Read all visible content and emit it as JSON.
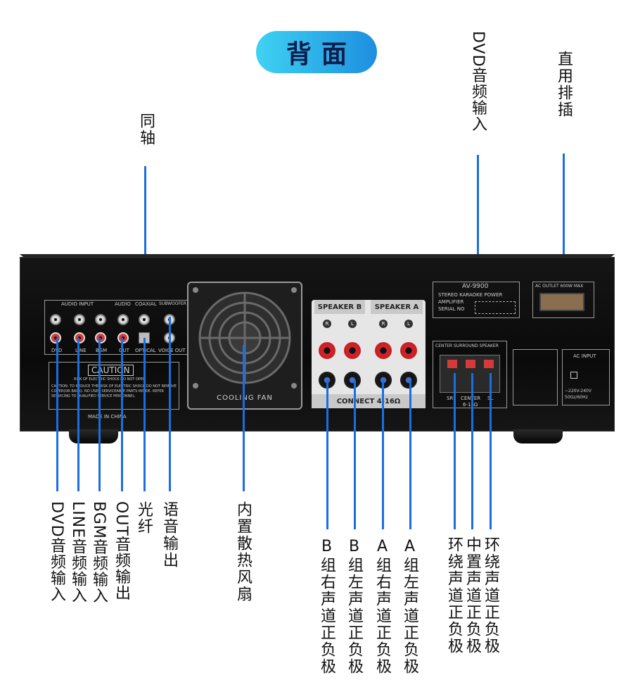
{
  "title": "背面",
  "labels": {
    "coaxial": "同轴",
    "dvd_audio_in_top": "DVD音频输入",
    "power_strip": "直用排插",
    "dvd_in": "DVD音频输入",
    "line_in": "LINE音频输入",
    "bgm_in": "BGM音频输入",
    "out": "OUT音频输出",
    "optical": "光纤",
    "voice_out": "语音输出",
    "fan": "内置散热风扇",
    "b_right": "B组右声道正负极",
    "b_left": "B组左声道正负极",
    "a_right": "A组右声道正负极",
    "a_left": "A组左声道正负极",
    "surround_1": "环绕声道正负极",
    "center": "中置声道正负极",
    "surround_2": "环绕声道正负极"
  },
  "panel": {
    "audio_input": "AUDIO INPUT",
    "audio": "AUDIO",
    "coaxial": "COAXIAL",
    "subwoofer": "SUBWOOFER",
    "dvd": "DVD",
    "line": "LINE",
    "bgm": "BGM",
    "out": "OUT",
    "optical": "OPTICAL",
    "voice_out": "VOICE OUT",
    "caution": "CAUTION",
    "risk": "RISK OF ELECTRIC SHOCK DO NOT OPEN",
    "caution_text": "CAUTION: TO REDUCE THE RISK OF ELECTRIC SHOCK DO NOT REMOVE COVER(OR BACK). NO USER SERVICEABLE PARTS INSIDE. REFER SERVICING TO QUALIFIED SERVICE PERSONNEL.",
    "made_in": "MADE IN CHINA",
    "cooling_fan": "COOLING FAN",
    "speaker_b": "SPEAKER B",
    "speaker_a": "SPEAKER A",
    "connect": "CONNECT 4-16Ω",
    "model": "AV-9900",
    "stereo": "STEREO KARAOKE POWER",
    "amplifier": "AMPLIFIER",
    "serial": "SERIAL NO",
    "ac_outlet": "AC OUTLET 600W MAX",
    "center_surround": "CENTER SURROUND SPEAKER",
    "sr": "SR",
    "center": "CENTER",
    "center_ohm": "6-16Ω",
    "sl": "SL",
    "ac_input": "AC INPUT",
    "voltage": "~220V-240V",
    "freq": "50Gz/60Hz",
    "R": "R",
    "L": "L"
  },
  "colors": {
    "accent": "#1a6fe0",
    "pill_start": "#3fd2f2",
    "pill_end": "#1d8fe0"
  }
}
